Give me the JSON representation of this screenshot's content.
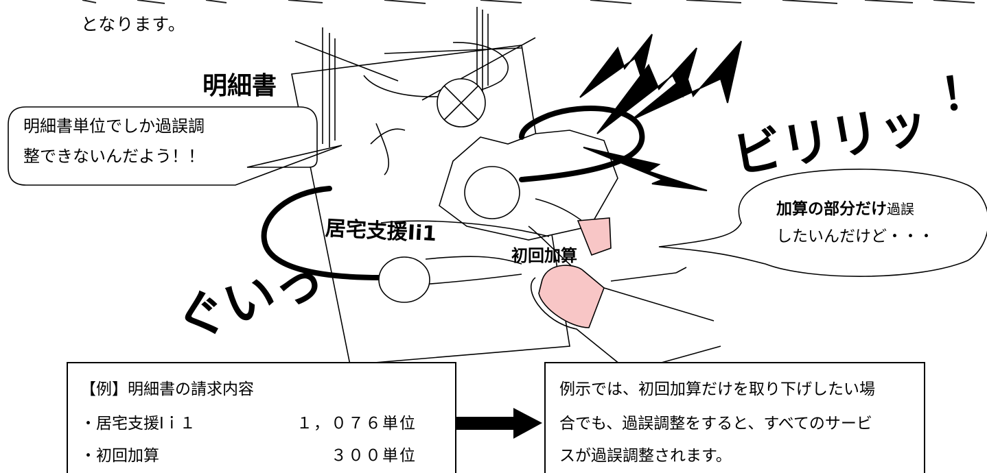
{
  "header": {
    "line2": "となります。"
  },
  "illustration": {
    "statement_label": "明細書",
    "service_main": "居宅支援Ⅰi1",
    "service_addon": "初回加算",
    "pull_sound": "ぐいっ",
    "tear_sound": "ビリリッ",
    "tear_exclamation": "！"
  },
  "bubble_left": {
    "line1": "明細書単位でしか過誤調",
    "line2": "整できないんだよう！！"
  },
  "bubble_right": {
    "line1_bold": "加算の部分だけ",
    "line1_rest": "過誤",
    "line2": "したいんだけど・・・"
  },
  "example_box": {
    "title": "【例】明細書の請求内容",
    "items": [
      {
        "name": "・居宅支援Ⅰｉ１",
        "value": "１，０７６単位"
      },
      {
        "name": "・初回加算",
        "value": "３００単位"
      }
    ]
  },
  "note_box": {
    "lines": [
      "例示では、初回加算だけを取り下げしたい場",
      "合でも、過誤調整をすると、すべてのサービ",
      "スが過誤調整されます。"
    ]
  },
  "colors": {
    "finger_fill": "#f8c6c6",
    "ink": "#000000"
  }
}
